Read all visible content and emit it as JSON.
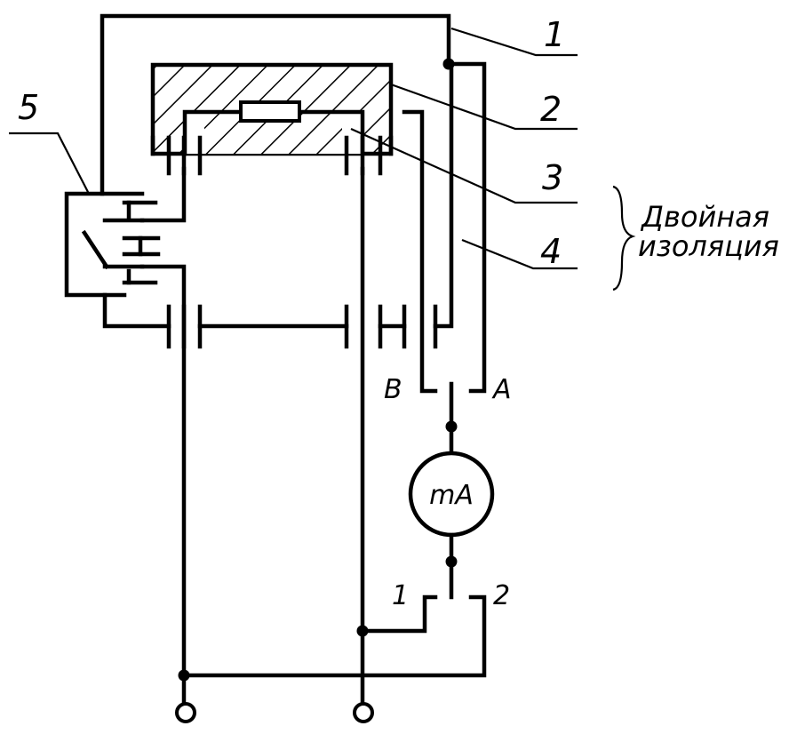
{
  "labels": {
    "part_1": "1",
    "part_2": "2",
    "part_3": "3",
    "part_4": "4",
    "part_5": "5",
    "terminal_a": "A",
    "terminal_b": "B",
    "switch_pos_1": "1",
    "switch_pos_2": "2",
    "meter": "mA"
  },
  "note": {
    "line1": "Двойная",
    "line2": "изоляция"
  },
  "colors": {
    "ink": "#000000",
    "paper": "#ffffff"
  }
}
